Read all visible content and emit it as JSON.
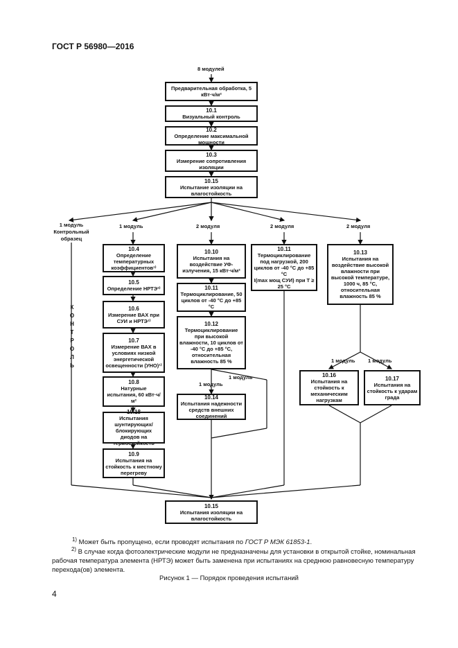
{
  "header": "ГОСТ Р 56980—2016",
  "top_label": "8 модулей",
  "main_boxes": [
    {
      "num": "",
      "text": "Предварительная обработка, 5 кВт·ч/м²"
    },
    {
      "num": "10.1",
      "text": "Визуальный контроль"
    },
    {
      "num": "10.2",
      "text": "Определение максимальной мощности"
    },
    {
      "num": "10.3",
      "text": "Измерение сопротивления изоляции"
    },
    {
      "num": "10.15",
      "text": "Испытание изоляции на влагостойкость"
    }
  ],
  "branch_labels": [
    "1 модуль Контрольный образец",
    "1 модуль",
    "2 модуля",
    "2 модуля",
    "2 модуля"
  ],
  "control_vertical": "КОНТРОЛЬ",
  "col1": [
    {
      "num": "10.4",
      "text": "Определение температурных коэффициентов¹⁾"
    },
    {
      "num": "10.5",
      "text": "Определение НРТЭ²⁾"
    },
    {
      "num": "10.6",
      "text": "Измерение ВАХ при СУИ и НРТЭ¹⁾"
    },
    {
      "num": "10.7",
      "text": "Измерение ВАХ в условиях низкой энергетической освещенности (УНО)¹⁾"
    },
    {
      "num": "10.8",
      "text": "Натурные испытания, 60 кВт·ч/м²"
    },
    {
      "num": "10.18",
      "text": "Испытания шунтирующих/блокирующих диодов на термостойкость"
    },
    {
      "num": "10.9",
      "text": "Испытания на стойкость к местному перегреву"
    }
  ],
  "col2": [
    {
      "num": "10.10",
      "text": "Испытания на воздействие УФ-излучения, 15 кВт·ч/м²"
    },
    {
      "num": "10.11",
      "text": "Термоциклирование, 50 циклов от -40 °С до +85 °С"
    },
    {
      "num": "10.12",
      "text": "Термоциклирование при высокой влажности, 10 циклов от -40 °С до +85 °С, относительная влажность 85 %"
    },
    {
      "num": "10.14",
      "text": "Испытания надежности средств внешних соединений"
    }
  ],
  "col2_labels": [
    "1 модуль",
    "1 модуль"
  ],
  "col3": {
    "num": "10.11",
    "text": "Термоциклирование под нагрузкой, 200 циклов от -40 °С до +85 °С",
    "extra": "I(max мощ СУИ) при T ≥ 25 °С"
  },
  "col4": {
    "num": "10.13",
    "text": "Испытания на воздействие высокой влажности при высокой температуре, 1000 ч, 85 °С, относительная влажность 85 %"
  },
  "col4_labels": [
    "1 модуль",
    "1 модуль"
  ],
  "col4_sub": [
    {
      "num": "10.16",
      "text": "Испытания на стойкость к механическим нагрузкам"
    },
    {
      "num": "10.17",
      "text": "Испытания на стойкость к ударам града"
    }
  ],
  "final_box": {
    "num": "10.15",
    "text": "Испытания изоляции на влагостойкость"
  },
  "footnotes": [
    {
      "mark": "1)",
      "text": "Может быть пропущено, если проводят испытания по ",
      "ref": "ГОСТ Р МЭК 61853-1",
      "end": "."
    },
    {
      "mark": "2)",
      "text": "В случае когда фотоэлектрические модули не предназначены для установки в открытой стойке, номинальная рабочая температура элемента (НРТЭ) может быть заменена при испытаниях на среднюю равновесную температуру перехода(ов) элемента."
    }
  ],
  "caption": "Рисунок 1 — Порядок проведения испытаний",
  "page_number": "4"
}
